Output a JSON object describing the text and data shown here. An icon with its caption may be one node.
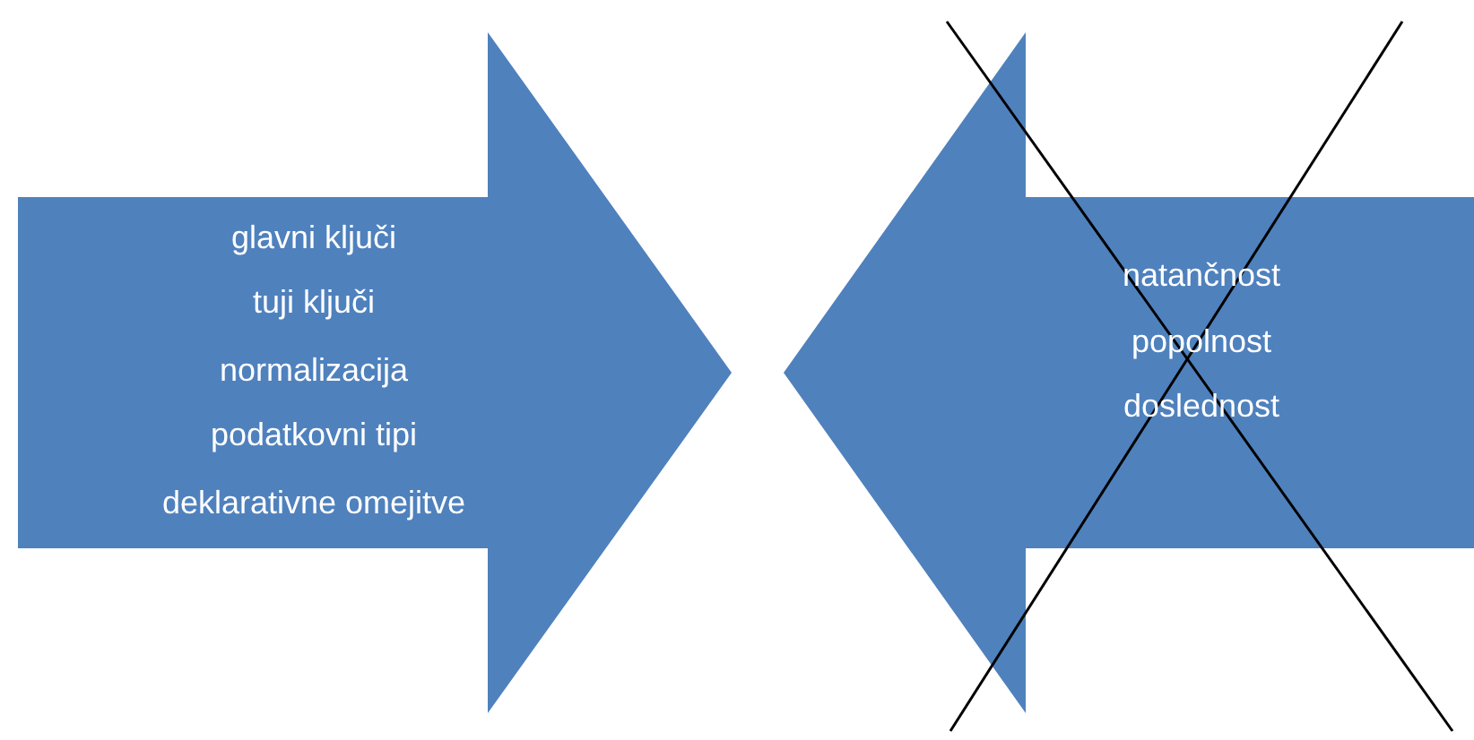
{
  "diagram": {
    "nodes": [
      {
        "text": [
          "glavni ključi",
          "tuji ključi",
          "normalizacija",
          "podatkovni tipi",
          "deklarativne omejitve"
        ]
      },
      {
        "text": [
          "natančnost",
          "popolnost",
          "doslednost"
        ]
      }
    ],
    "edges": []
  }
}
